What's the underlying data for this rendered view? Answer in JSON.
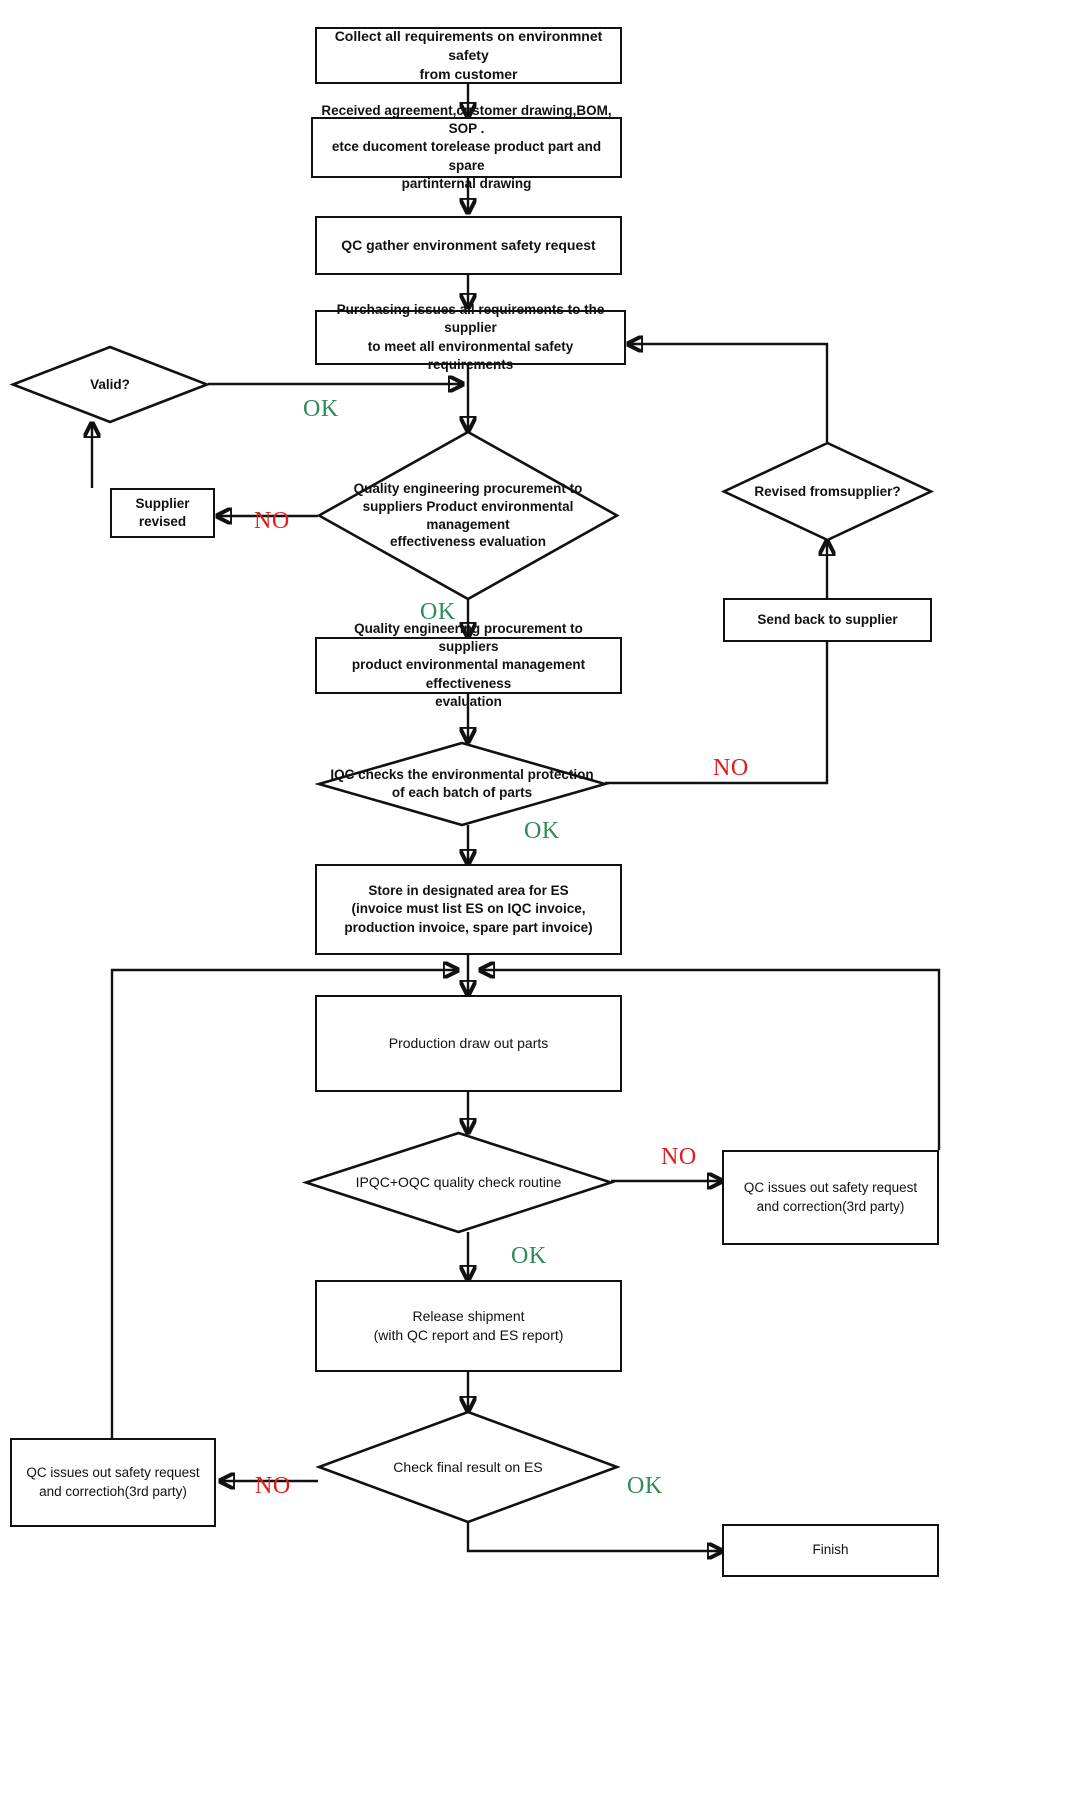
{
  "diagram": {
    "title": "Environmental Safety (ES) Quality Control Process Flowchart",
    "accent_ok": "#2f8b57",
    "accent_no": "#e01b1b",
    "line_color": "#111111",
    "background": "#ffffff"
  },
  "nodes": {
    "collect_requirements": {
      "type": "process",
      "text": "Collect all requirements on environmnet safety\nfrom customer"
    },
    "received_agreement": {
      "type": "process",
      "text": "Received agreement,customer drawing,BOM, SOP .\netce ducoment torelease product part and spare\npartinternal drawing"
    },
    "qc_gather": {
      "type": "process",
      "text": "QC gather environment safety request"
    },
    "purchasing_issues": {
      "type": "process",
      "text": "Purchasing issues all requirements to the supplier\nto meet all environmental safety requirements"
    },
    "valid_decision": {
      "type": "decision",
      "text": "Valid?"
    },
    "supplier_revised": {
      "type": "process",
      "text": "Supplier revised"
    },
    "quality_eval_decision": {
      "type": "decision",
      "text": "Quality engineering procurement to\nsuppliers Product environmental management\neffectiveness evaluation"
    },
    "revised_from_supplier_decision": {
      "type": "decision",
      "text": "Revised fromsupplier?"
    },
    "send_back_supplier": {
      "type": "process",
      "text": "Send back to supplier"
    },
    "quality_eval_process": {
      "type": "process",
      "text": "Quality engineering procurement to suppliers\nproduct environmental management effectiveness\nevaluation"
    },
    "iqc_checks_decision": {
      "type": "decision",
      "text": "IQC checks the environmental protection\nof each batch of parts"
    },
    "store_designated": {
      "type": "process",
      "text": "Store in designated area for ES\n(invoice must list ES on IQC invoice,\nproduction invoice, spare part invoice)"
    },
    "production_draw_out": {
      "type": "process",
      "text": "Production draw out parts"
    },
    "ipqc_oqc_decision": {
      "type": "decision",
      "text": "IPQC+OQC quality check routine"
    },
    "qc_issues_3rd_right": {
      "type": "process",
      "text": "QC issues out safety request\nand correction(3rd party)"
    },
    "release_shipment": {
      "type": "process",
      "text": "Release shipment\n(with QC report and ES report)"
    },
    "check_final_decision": {
      "type": "decision",
      "text": "Check final result on ES"
    },
    "qc_issues_3rd_left": {
      "type": "process",
      "text": "QC issues out safety request\nand correctioh(3rd party)"
    },
    "finish": {
      "type": "process",
      "text": "Finish"
    }
  },
  "edge_labels": {
    "ok_valid": "OK",
    "no_supplier_revised": "NO",
    "ok_quality_eval": "OK",
    "no_iqc": "NO",
    "ok_iqc": "OK",
    "no_ipqc": "NO",
    "ok_ipqc": "OK",
    "no_final": "NO",
    "ok_final": "OK"
  }
}
